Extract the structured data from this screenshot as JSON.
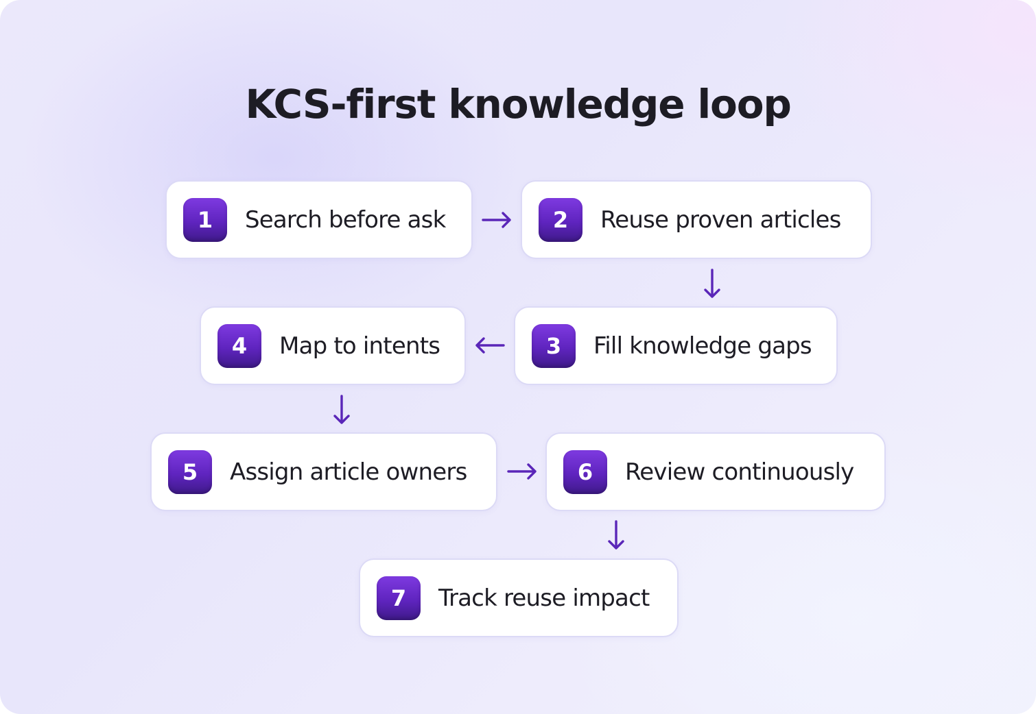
{
  "diagram": {
    "title": "KCS-first knowledge loop",
    "accent_color": "#5f24bf",
    "steps": [
      {
        "number": "1",
        "label": "Search before ask"
      },
      {
        "number": "2",
        "label": "Reuse proven articles"
      },
      {
        "number": "3",
        "label": "Fill knowledge gaps"
      },
      {
        "number": "4",
        "label": "Map to intents"
      },
      {
        "number": "5",
        "label": "Assign article owners"
      },
      {
        "number": "6",
        "label": "Review continuously"
      },
      {
        "number": "7",
        "label": "Track reuse impact"
      }
    ],
    "connectors": [
      {
        "from": "1",
        "to": "2",
        "direction": "right"
      },
      {
        "from": "2",
        "to": "3",
        "direction": "down"
      },
      {
        "from": "3",
        "to": "4",
        "direction": "left"
      },
      {
        "from": "4",
        "to": "5",
        "direction": "down"
      },
      {
        "from": "5",
        "to": "6",
        "direction": "right"
      },
      {
        "from": "6",
        "to": "7",
        "direction": "down"
      }
    ]
  }
}
